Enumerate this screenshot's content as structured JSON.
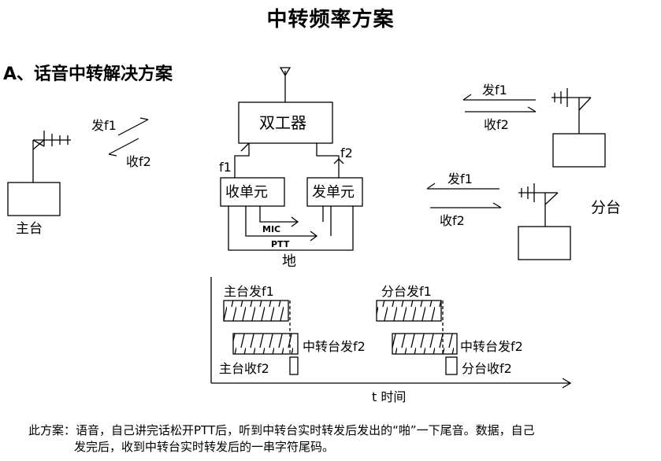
{
  "title": "中转频率方案",
  "section_heading": "A、话音中转解决方案",
  "labels": {
    "main_station": "主台",
    "branch_station": "分台",
    "duplexer": "双工器",
    "rx_unit": "收单元",
    "tx_unit": "发单元",
    "mic": "MIC",
    "ptt": "PTT",
    "ground": "地",
    "f1": "f1",
    "f2": "f2",
    "send_f1": "发f1",
    "recv_f2": "收f2"
  },
  "timing": {
    "main_tx": "主台发f1",
    "branch_tx": "分台发f1",
    "relay_tx": "中转台发f2",
    "main_rx": "主台收f2",
    "branch_rx": "分台收f2",
    "axis": "t 时间"
  },
  "note": {
    "line1": "此方案：语音，自己讲完话松开PTT后，听到中转台实时转发后发出的“啪”一下尾音。数据，自己",
    "line2": "发完后，收到中转台实时转发后的一串字符尾码。"
  }
}
